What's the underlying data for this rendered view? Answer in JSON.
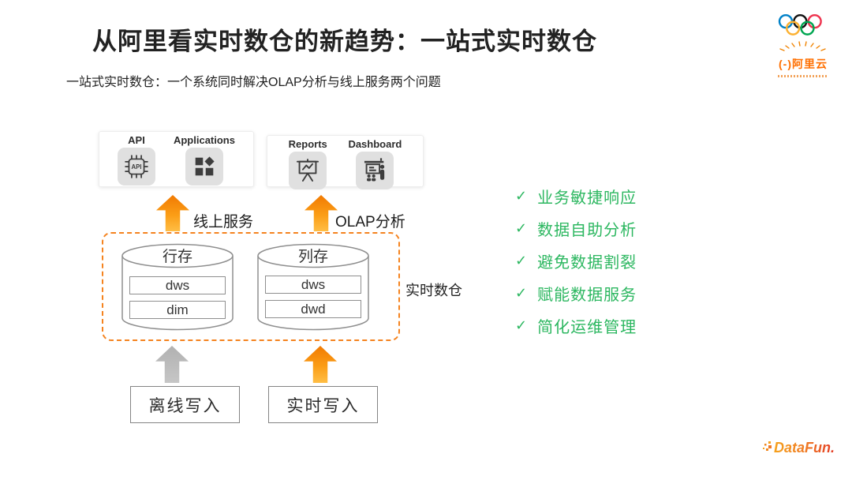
{
  "title": "从阿里看实时数仓的新趋势：一站式实时数仓",
  "subtitle": "一站式实时数仓：一个系统同时解决OLAP分析与线上服务两个问题",
  "consumers": {
    "serving": {
      "items": [
        {
          "label": "API"
        },
        {
          "label": "Applications"
        }
      ]
    },
    "analytics": {
      "items": [
        {
          "label": "Reports"
        },
        {
          "label": "Dashboard"
        }
      ]
    }
  },
  "flows": {
    "serving_label": "线上服务",
    "olap_label": "OLAP分析",
    "offline_write": "离线写入",
    "realtime_write": "实时写入"
  },
  "warehouse": {
    "label": "实时数仓",
    "row_store": {
      "title": "行存",
      "layers": [
        "dws",
        "dim"
      ]
    },
    "column_store": {
      "title": "列存",
      "layers": [
        "dws",
        "dwd"
      ]
    }
  },
  "benefits": {
    "check": "✓",
    "items": [
      "业务敏捷响应",
      "数据自助分析",
      "避免数据割裂",
      "赋能数据服务",
      "简化运维管理"
    ]
  },
  "logos": {
    "aliyun_mark": "(-)",
    "aliyun_name": "阿里云",
    "datafun": "DataFun."
  },
  "colors": {
    "accent_orange": "#F5831F",
    "arrow_orange_top": "#F17A02",
    "arrow_orange_bottom": "#FFBE45",
    "arrow_gray": "#BBBBBB",
    "benefit_green": "#2CB760",
    "aliyun_orange": "#FF6F00"
  }
}
